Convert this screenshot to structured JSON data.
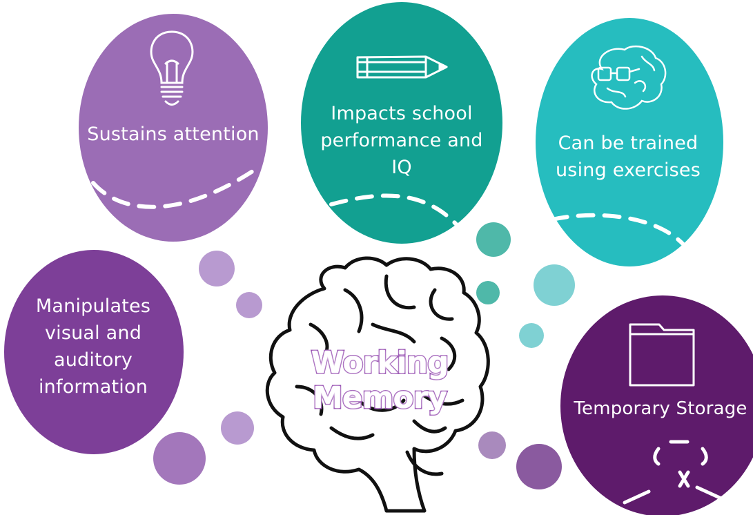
{
  "center": {
    "title": "Working Memory"
  },
  "bubbles": {
    "attention": {
      "label": "Sustains attention",
      "icon": "lightbulb-icon",
      "color": "#9b6db5"
    },
    "school": {
      "label_line1": "Impacts school",
      "label_line2": "performance and IQ",
      "icon": "pencil-icon",
      "color": "#12a091"
    },
    "trained": {
      "label_line1": "Can be trained",
      "label_line2": "using exercises",
      "icon": "brain-glasses-icon",
      "color": "#26bdbf"
    },
    "manipulates": {
      "label_line1": "Manipulates",
      "label_line2": "visual and",
      "label_line3": "auditory",
      "label_line4": "information",
      "color": "#7d3f98"
    },
    "storage": {
      "label": "Temporary Storage",
      "icon": "folder-icon",
      "color": "#5e1b6b"
    }
  }
}
